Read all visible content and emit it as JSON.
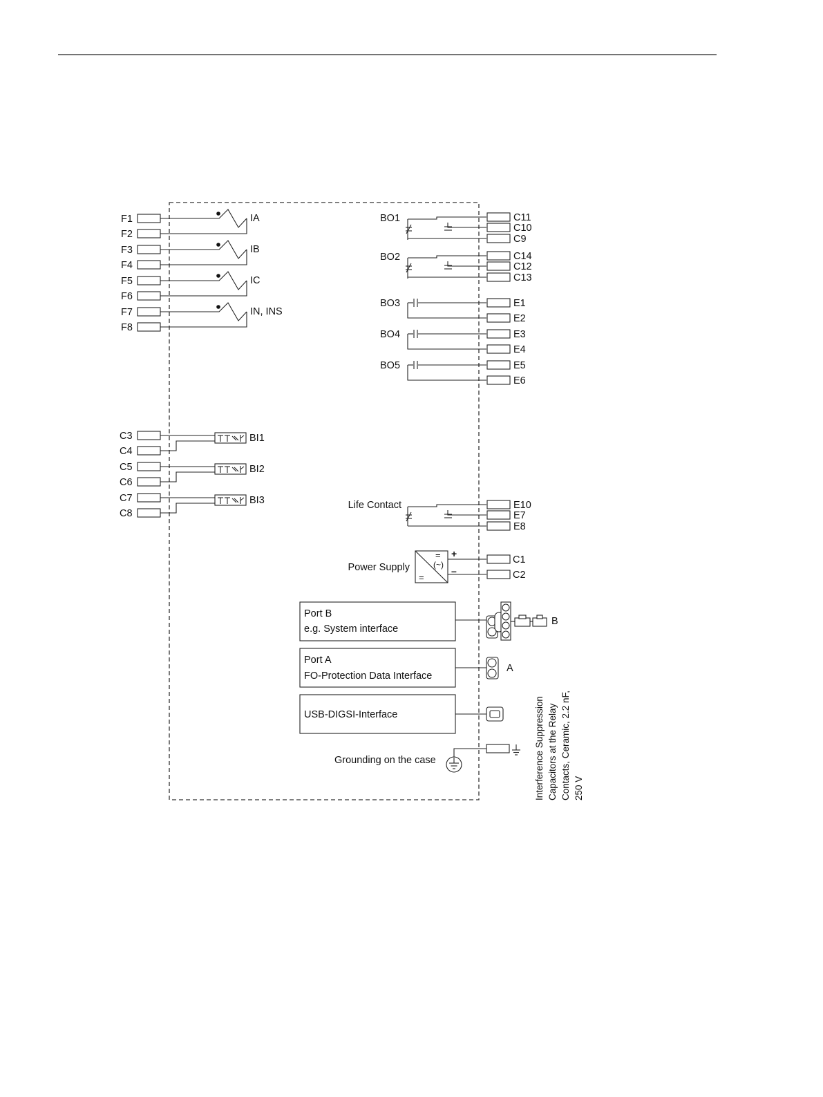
{
  "diagram": {
    "current_inputs": [
      {
        "terminals": [
          "F1",
          "F2"
        ],
        "label": "IA"
      },
      {
        "terminals": [
          "F3",
          "F4"
        ],
        "label": "IB"
      },
      {
        "terminals": [
          "F5",
          "F6"
        ],
        "label": "IC"
      },
      {
        "terminals": [
          "F7",
          "F8"
        ],
        "label": "IN, INS"
      }
    ],
    "binary_inputs": [
      {
        "terminals": [
          "C3",
          "C4"
        ],
        "label": "BI1"
      },
      {
        "terminals": [
          "C5",
          "C6"
        ],
        "label": "BI2"
      },
      {
        "terminals": [
          "C7",
          "C8"
        ],
        "label": "BI3"
      }
    ],
    "changeover_outputs": [
      {
        "label": "BO1",
        "terminals": [
          "C11",
          "C10",
          "C9"
        ]
      },
      {
        "label": "BO2",
        "terminals": [
          "C14",
          "C12",
          "C13"
        ]
      }
    ],
    "normally_open_outputs": [
      {
        "label": "BO3",
        "terminals": [
          "E1",
          "E2"
        ]
      },
      {
        "label": "BO4",
        "terminals": [
          "E3",
          "E4"
        ]
      },
      {
        "label": "BO5",
        "terminals": [
          "E5",
          "E6"
        ]
      }
    ],
    "life_contact": {
      "label": "Life Contact",
      "terminals": [
        "E10",
        "E7",
        "E8"
      ]
    },
    "power_supply": {
      "label": "Power Supply",
      "terminals": [
        "C1",
        "C2"
      ],
      "plus": "+",
      "minus": "–",
      "dc_symbol": "=",
      "ac_symbol": "(~)"
    },
    "port_b": {
      "line1": "Port B",
      "line2": "e.g. System interface",
      "connector_label": "B"
    },
    "port_a": {
      "line1": "Port A",
      "line2": "FO-Protection Data Interface",
      "connector_label": "A"
    },
    "usb": {
      "label": "USB-DIGSI-Interface"
    },
    "grounding": {
      "label": "Grounding on the case"
    },
    "suppression_note": [
      "Interference Suppression",
      "Capacitors at the Relay",
      "Contacts, Ceramic, 2.2 nF,",
      "250 V"
    ]
  }
}
